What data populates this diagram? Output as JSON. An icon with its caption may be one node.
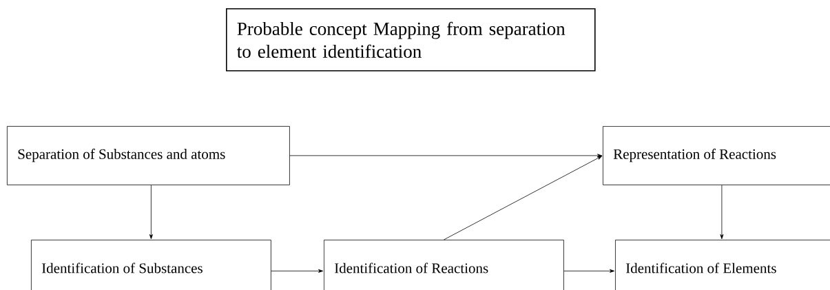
{
  "diagram": {
    "title": "Probable concept Mapping from separation to element identification",
    "nodes": [
      {
        "text": [
          "Separation of Substances and atoms"
        ]
      },
      {
        "text": [
          "Representation of Reactions"
        ]
      },
      {
        "text": [
          "Identification of Substances"
        ]
      },
      {
        "text": [
          "Identification of Reactions"
        ]
      },
      {
        "text": [
          "Identification of Elements"
        ]
      }
    ],
    "edges": [
      {
        "from": 0,
        "to": 1,
        "arrow": "to"
      },
      {
        "from": 0,
        "to": 2,
        "arrow": "to"
      },
      {
        "from": 2,
        "to": 3,
        "arrow": "to"
      },
      {
        "from": 3,
        "to": 1,
        "arrow": "to"
      },
      {
        "from": 3,
        "to": 4,
        "arrow": "to"
      },
      {
        "from": 1,
        "to": 4,
        "arrow": "to"
      }
    ]
  }
}
